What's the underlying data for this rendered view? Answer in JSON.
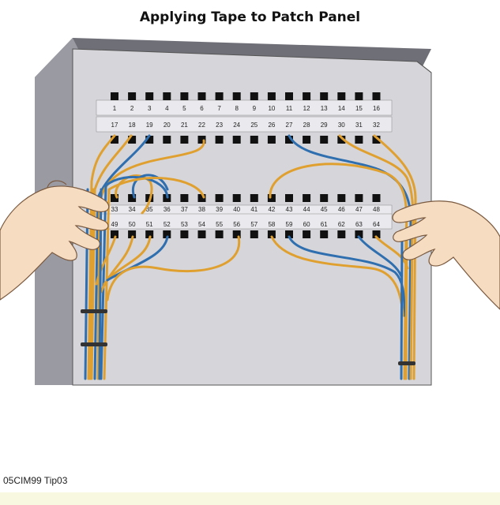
{
  "title": "Applying Tape to Patch Panel",
  "caption": "05CIM99 Tip03",
  "colors": {
    "cabinet_face": "#d6d6da",
    "cabinet_side": "#9a9aa3",
    "cabinet_top": "#6f6f78",
    "label_strip": "#e8e8ec",
    "port": "#111111",
    "cable_orange": "#e0a030",
    "cable_blue": "#2f6fb0",
    "skin": "#f6dcc0",
    "skin_outline": "#7a5a40",
    "tape": "#333333",
    "bottom_strip": "#f8f8e0"
  },
  "panel_top": {
    "row1_labels": [
      "1",
      "2",
      "3",
      "4",
      "5",
      "6",
      "7",
      "8",
      "9",
      "10",
      "11",
      "12",
      "13",
      "14",
      "15",
      "16"
    ],
    "row2_labels": [
      "17",
      "18",
      "19",
      "20",
      "21",
      "22",
      "23",
      "24",
      "25",
      "26",
      "27",
      "28",
      "29",
      "30",
      "31",
      "32"
    ]
  },
  "panel_bottom": {
    "row1_labels": [
      "33",
      "34",
      "35",
      "36",
      "37",
      "38",
      "39",
      "40",
      "41",
      "42",
      "43",
      "44",
      "45",
      "46",
      "47",
      "48"
    ],
    "row2_labels": [
      "49",
      "50",
      "51",
      "52",
      "53",
      "54",
      "55",
      "56",
      "57",
      "58",
      "59",
      "60",
      "61",
      "62",
      "63",
      "64"
    ]
  }
}
